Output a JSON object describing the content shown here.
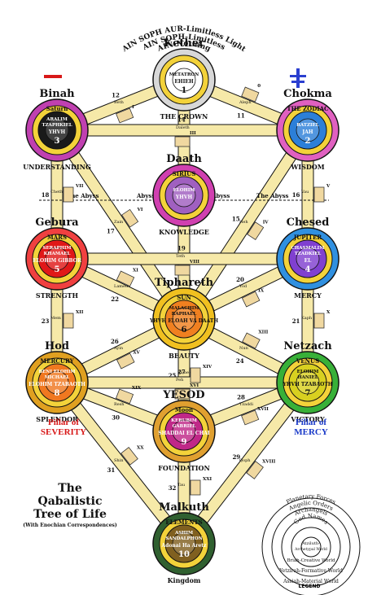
{
  "header": {
    "arc1": "AIN SOPH AUR-Limitless Light",
    "arc2": "AIN SOPH-Limitless",
    "arc3": "AIN-Nothing"
  },
  "sephiroth": [
    {
      "key": "kether",
      "name": "Kether",
      "latin": "THE CROWN",
      "planet": "",
      "god": "EHIEH",
      "angel": "METATRON",
      "order": "",
      "number": "1",
      "color": "#ffffff",
      "ring": "#d8d8d8"
    },
    {
      "key": "chokmah",
      "name": "Chokma",
      "latin": "WISDOM",
      "planet": "THE ZODIAC",
      "god": "JAH",
      "angel": "RATZIEL",
      "order": "",
      "number": "2",
      "color": "#2c7fd8",
      "ring": "#e060c0"
    },
    {
      "key": "binah",
      "name": "Binah",
      "latin": "UNDERSTANDING",
      "planet": "Saturn",
      "god": "YHVH",
      "angel": "TZAPHKIEL",
      "order": "ARALIM",
      "number": "3",
      "color": "#1a1a1a",
      "ring": "#c040b0"
    },
    {
      "key": "daath",
      "name": "Daath",
      "latin": "KNOWLEDGE",
      "planet": "SIRIUS",
      "god": "YHVH",
      "angel": "ELOHIM",
      "order": "",
      "number": "",
      "color": "#a060c0",
      "ring": "#d040b0"
    },
    {
      "key": "chesed",
      "name": "Chesed",
      "latin": "MERCY",
      "planet": "JUPITER",
      "god": "EL",
      "angel": "TZADKIEL",
      "order": "CHASMALIM",
      "number": "4",
      "color": "#8040d0",
      "ring": "#3090e0"
    },
    {
      "key": "geburah",
      "name": "Gebura",
      "latin": "STRENGTH",
      "planet": "MARS",
      "god": "ELOHIM GIBBOR",
      "angel": "KHAMAEL",
      "order": "SERAPHIM",
      "number": "5",
      "color": "#e01818",
      "ring": "#f04040"
    },
    {
      "key": "tiphareth",
      "name": "Tiphareth",
      "latin": "BEAUTY",
      "planet": "SUN",
      "god": "YHVH ELOAH VA DAATH",
      "angel": "RAPHAEL",
      "order": "MALACHIM",
      "number": "6",
      "color": "#f08020",
      "ring": "#f0c020"
    },
    {
      "key": "netzach",
      "name": "Netzach",
      "latin": "VICTORY",
      "planet": "VENUS",
      "god": "YHVH TZABAOTH",
      "angel": "HANIEL",
      "order": "ELOHIM",
      "number": "7",
      "color": "#d8d020",
      "ring": "#38b038"
    },
    {
      "key": "hod",
      "name": "Hod",
      "latin": "SPLENDOR",
      "planet": "MERCURY",
      "god": "ELOHIM TZABAOTH",
      "angel": "MICHAEL",
      "order": "BENI ELOHIM",
      "number": "8",
      "color": "#f07820",
      "ring": "#e0a020"
    },
    {
      "key": "yesod",
      "name": "YESOD",
      "latin": "FOUNDATION",
      "planet": "Moon",
      "god": "SHADDAI EL CHAI",
      "angel": "GABRIEL",
      "order": "KERUBIM",
      "number": "9",
      "color": "#c02888",
      "ring": "#e0a030"
    },
    {
      "key": "malkuth",
      "name": "Malkuth",
      "latin": "Kingdom",
      "planet": "ELEMENTS",
      "god": "Adonai Ha Aretz",
      "angel": "SANDALPHON",
      "order": "ASHIM",
      "number": "10",
      "color": "#806020",
      "ring": "#306030"
    }
  ],
  "paths": {
    "numbers": [
      "11",
      "12",
      "13",
      "14",
      "15",
      "16",
      "17",
      "18",
      "19",
      "20",
      "21",
      "22",
      "23",
      "24",
      "25",
      "26",
      "27",
      "28",
      "29",
      "30",
      "31",
      "32"
    ],
    "letters": [
      "Aleph",
      "Beth",
      "Gimel",
      "Daleth",
      "Heh",
      "Vau",
      "Zain",
      "Cheth",
      "Teth",
      "Yod",
      "Kaph",
      "Lamed",
      "Mem",
      "Nun",
      "Samekh",
      "Ayin",
      "Peh",
      "Tzaddi",
      "Qoph",
      "Resh",
      "Shin",
      "Tau"
    ],
    "roman": [
      "0",
      "I",
      "II",
      "III",
      "IV",
      "V",
      "VI",
      "VII",
      "VIII",
      "IX",
      "X",
      "XI",
      "XII",
      "XIII",
      "XIV",
      "XV",
      "XVI",
      "XVII",
      "XVIII",
      "XIX",
      "XX",
      "XXI"
    ]
  },
  "abyss": {
    "label": "The Abyss",
    "short": "Abyss"
  },
  "pillars": {
    "left": [
      "Pillar of",
      "SEVERITY"
    ],
    "right": [
      "Pillar of",
      "MERCY"
    ]
  },
  "title": {
    "line1": "The",
    "line2": "Qabalistic",
    "line3": "Tree of Life",
    "sub": "(With Enochian Correspondences)"
  },
  "legend": {
    "label": "LEGEND",
    "rings": [
      "Planetary Forces",
      "Angelic Orders",
      "Archangels",
      "God Names",
      "Atziluth-",
      "Archetypal World",
      "Briah-Creative World",
      "Yetzirah-Formative World",
      "Assiah-Material World"
    ]
  },
  "colors": {
    "path": "#f6e9a8",
    "pathStroke": "#111111",
    "severity": "#d81818",
    "mercy": "#1838c8"
  }
}
